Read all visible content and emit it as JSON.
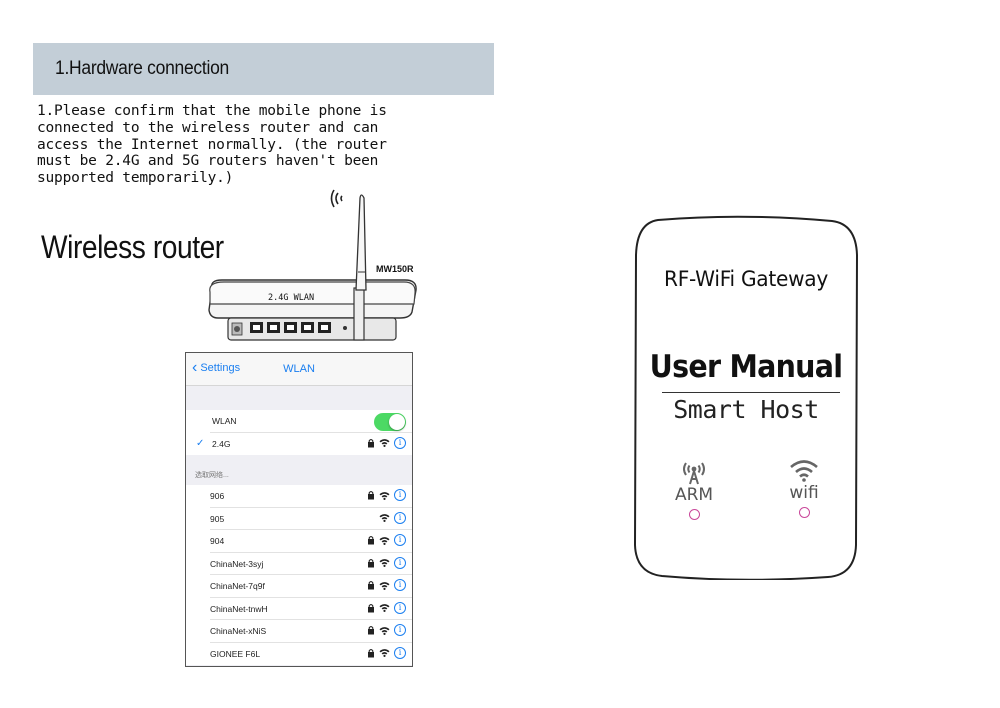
{
  "section": {
    "title": "1.Hardware connection"
  },
  "instructions": "1.Please confirm that the mobile phone is\nconnected to the wireless router and can\naccess the Internet normally. (the router\nmust be 2.4G and 5G routers haven't been\nsupported temporarily.)",
  "router": {
    "heading": "Wireless router",
    "model": "MW150R",
    "panel_label": "2.4G WLAN"
  },
  "phone": {
    "back_label": "Settings",
    "nav_title": "WLAN",
    "wlan_label": "WLAN",
    "wlan_on": true,
    "connected_network": "2.4G",
    "choose_network_label": "选取网络...",
    "networks": [
      {
        "name": "906",
        "locked": true
      },
      {
        "name": "905",
        "locked": false
      },
      {
        "name": "904",
        "locked": true
      },
      {
        "name": "ChinaNet-3syj",
        "locked": true
      },
      {
        "name": "ChinaNet-7q9f",
        "locked": true
      },
      {
        "name": "ChinaNet-tnwH",
        "locked": true
      },
      {
        "name": "ChinaNet-xNiS",
        "locked": true
      },
      {
        "name": "GIONEE F6L",
        "locked": true
      }
    ],
    "accent_color": "#1b7ff0",
    "toggle_color": "#4cd964"
  },
  "cover": {
    "title": "RF-WiFi Gateway",
    "manual": "User Manual",
    "subtitle": "Smart Host",
    "indicator_left": "ARM",
    "indicator_right": "wifi",
    "led_color": "#c9479a"
  }
}
